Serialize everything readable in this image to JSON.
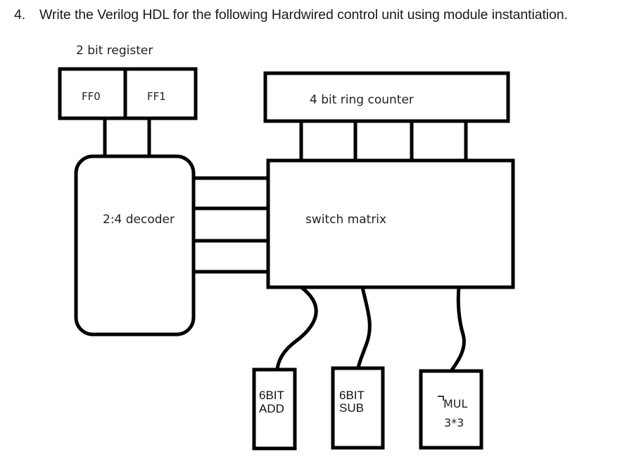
{
  "question": {
    "number": "4.",
    "text": "Write the Verilog HDL for the following Hardwired control unit using module instantiation."
  },
  "diagram": {
    "register_caption": "2 bit register",
    "ff0_label": "FF0",
    "ff1_label": "FF1",
    "ring_counter_label": "4 bit ring counter",
    "decoder_label": "2:4 decoder",
    "switch_matrix_label": "switch matrix",
    "add_line1": "6BIT",
    "add_line2": "ADD",
    "sub_line1": "6BIT",
    "sub_line2": "SUB",
    "mul_line1": "MUL",
    "mul_line2": "3*3"
  }
}
